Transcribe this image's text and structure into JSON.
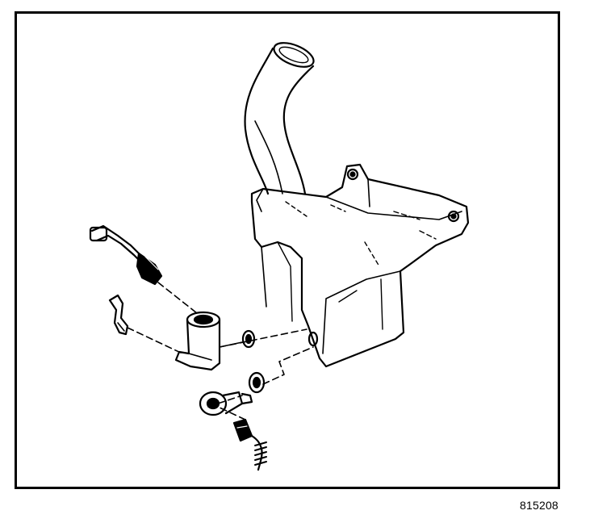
{
  "figure": {
    "id_label": "815208"
  },
  "colors": {
    "ink": "#000000",
    "paper": "#ffffff"
  },
  "icons": [
    "washer-reservoir-illustration",
    "filler-neck",
    "pump-motor",
    "grommet",
    "level-sensor",
    "electrical-connector"
  ]
}
